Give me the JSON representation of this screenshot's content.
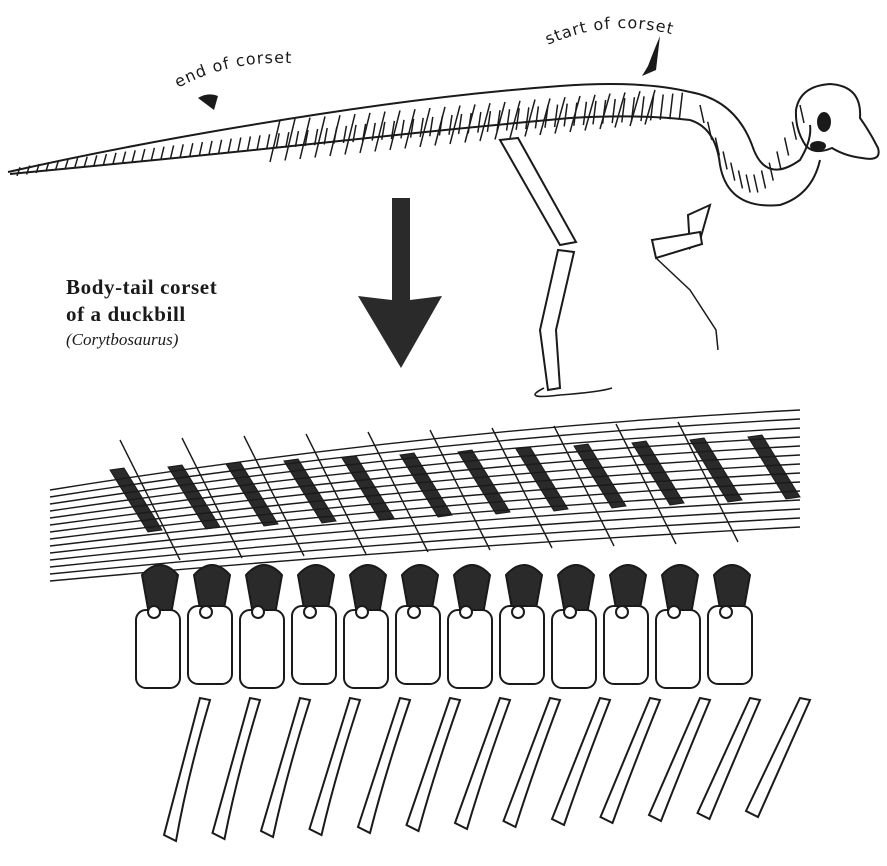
{
  "annotations": {
    "end_of_corset": "end of corset",
    "start_of_corset": "start of corset"
  },
  "caption": {
    "title_line1": "Body-tail corset",
    "title_line2": "of a duckbill",
    "species": "(Corytbosaurus)"
  },
  "colors": {
    "ink": "#1a1a1a",
    "dark_fill": "#2a2a2a",
    "bone_fill": "#ffffff"
  }
}
